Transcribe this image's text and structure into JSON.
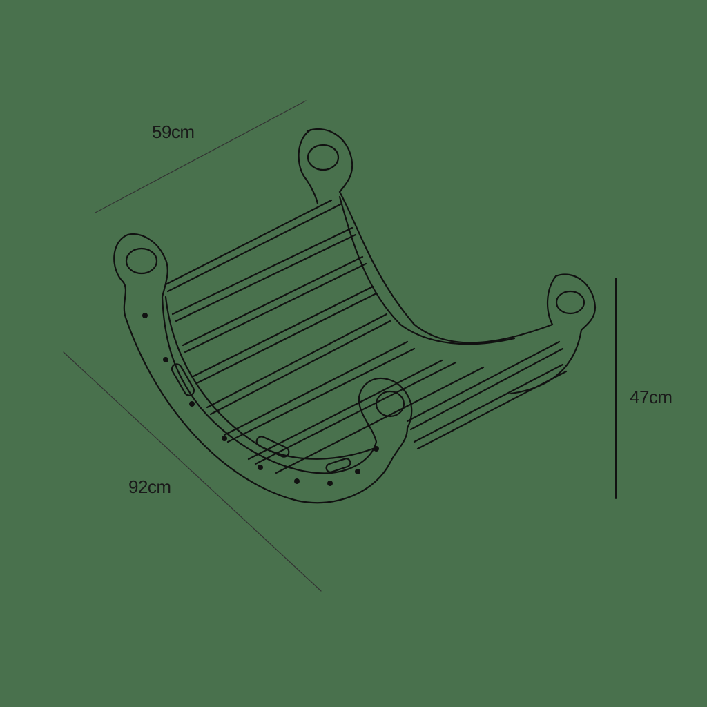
{
  "diagram": {
    "subject": "rocking climbing arch (pikler rocker)",
    "background_color": "#49714d",
    "line_color": "#111111",
    "dimensions": {
      "width": {
        "label": "59cm"
      },
      "length": {
        "label": "92cm"
      },
      "height": {
        "label": "47cm"
      }
    }
  }
}
